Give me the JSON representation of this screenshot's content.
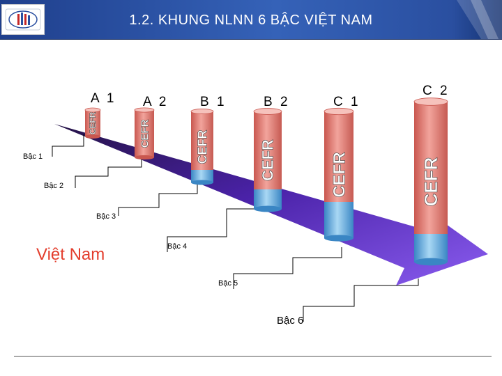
{
  "header": {
    "title": "1.2. KHUNG NLNN 6 BẬC VIỆT NAM"
  },
  "colors": {
    "header_bg": "#2a4fa0",
    "arrow": "#6a2fd6",
    "column_body": "#e8847c",
    "column_base": "#5aa8dc",
    "vietnam_label": "#e33d2c"
  },
  "diagram": {
    "vietnam_label": "Việt Nam",
    "cefr_text": "CEFR",
    "columns": [
      "A 1",
      "A 2",
      "B 1",
      "B 2",
      "C 1",
      "C 2"
    ],
    "levels": [
      "Bậc 1",
      "Bậc 2",
      "Bậc 3",
      "Bậc 4",
      "Bậc 5",
      "Bậc 6"
    ]
  }
}
